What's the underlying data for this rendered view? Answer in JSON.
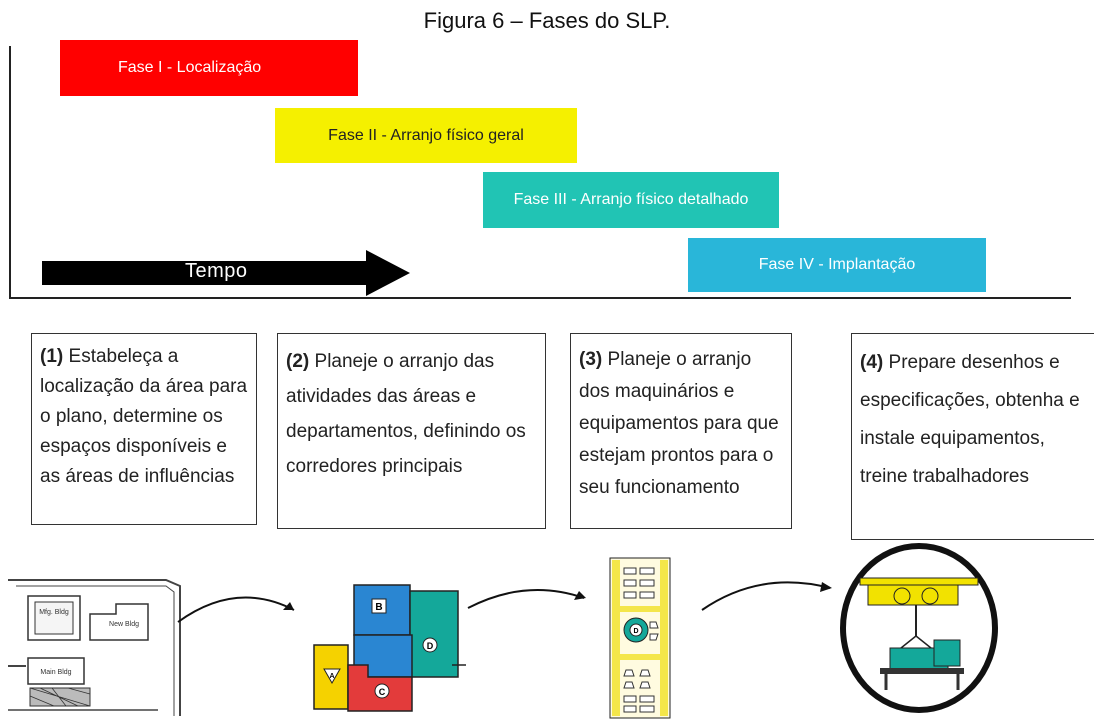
{
  "title": "Figura 6 – Fases do SLP.",
  "phases": [
    {
      "label": "Fase I - Localização",
      "color": "#ff0000"
    },
    {
      "label": "Fase II - Arranjo físico geral",
      "color": "#f5f000"
    },
    {
      "label": "Fase III - Arranjo físico detalhado",
      "color": "#21c4b4"
    },
    {
      "label": "Fase IV - Implantação",
      "color": "#29b6d9"
    }
  ],
  "time_arrow": {
    "label": "Tempo"
  },
  "steps": [
    {
      "num": "(1)",
      "text": "Estabeleça a localização da área para o plano, determine os espaços disponíveis e as áreas de influências"
    },
    {
      "num": "(2)",
      "text": "Planeje o arranjo das atividades das áreas e departamentos, definindo os corredores principais"
    },
    {
      "num": "(3)",
      "text": "Planeje o arranjo dos maquinários e equipamentos para que estejam prontos para o seu funcionamento"
    },
    {
      "num": "(4)",
      "text": "Prepare desenhos e especificações, obtenha e instale equipamentos, treine trabalhadores"
    }
  ],
  "site_plan_labels": {
    "mfg": "Mfg. Bldg",
    "new": "New Bldg",
    "main": "Main Bldg"
  },
  "block_labels": {
    "b": "B",
    "d": "D",
    "c": "C",
    "a": "A",
    "machine": "D"
  }
}
